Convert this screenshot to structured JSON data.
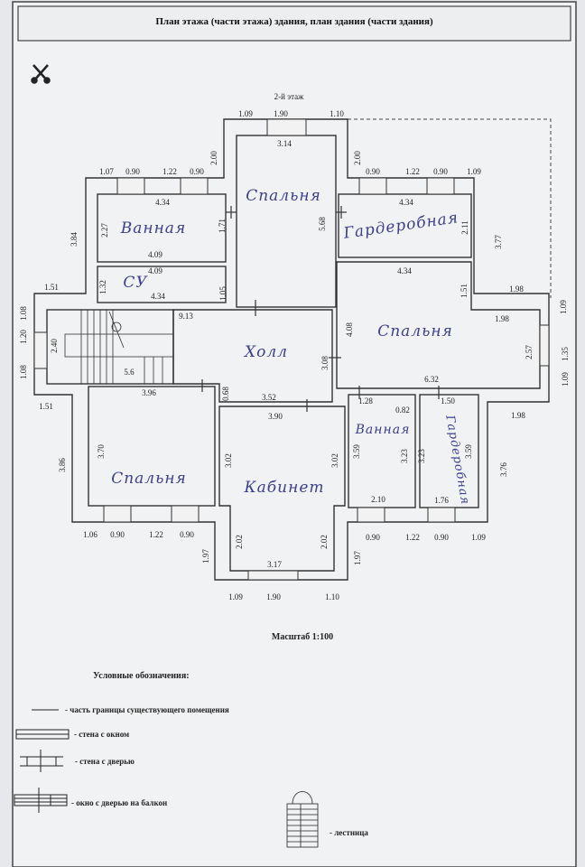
{
  "title": "План этажа (части этажа) здания, план здания (части здания)",
  "floor": "2-й этаж",
  "scale": "Масштаб 1:100",
  "rooms": {
    "bath_top": "Ванная",
    "bedroom_top": "Спальня",
    "wardrobe_top": "Гардеробная",
    "wc": "СУ",
    "hall": "Холл",
    "bedroom_right": "Спальня",
    "bedroom_left": "Спальня",
    "office": "Кабинет",
    "bath_bottom": "Ванная",
    "wardrobe_bottom": "Гардеробная"
  },
  "dims": [
    "1.09",
    "1.90",
    "1.10",
    "3.14",
    "2.00",
    "2.00",
    "1.07",
    "0.90",
    "1.22",
    "0.90",
    "0.90",
    "1.22",
    "0.90",
    "1.09",
    "4.34",
    "2.27",
    "4.09",
    "1.71",
    "5.68",
    "4.34",
    "2.11",
    "3.77",
    "3.84",
    "4.09",
    "1.32",
    "4.34",
    "1.05",
    "1.51",
    "4.34",
    "1.51",
    "1.98",
    "1.09",
    "1.08",
    "1.20",
    "1.08",
    "2.40",
    "9.13",
    "5.6",
    "4.08",
    "1.98",
    "2.57",
    "1.35",
    "1.09",
    "3.08",
    "6.32",
    "1.51",
    "3.96",
    "0.68",
    "3.52",
    "1.28",
    "0.82",
    "1.50",
    "1.98",
    "3.90",
    "3.70",
    "3.86",
    "3.02",
    "3.02",
    "3.59",
    "3.23",
    "3.23",
    "3.59",
    "3.76",
    "2.10",
    "1.76",
    "1.06",
    "0.90",
    "1.22",
    "0.90",
    "0.90",
    "1.22",
    "0.90",
    "1.09",
    "2.02",
    "2.02",
    "1.97",
    "1.97",
    "3.17",
    "1.09",
    "1.90",
    "1.10"
  ],
  "legend": {
    "heading": "Условные обозначения:",
    "items": [
      "- часть границы существующего помещения",
      "- стена с окном",
      "- стена с дверью",
      "- окно с дверью на балкон",
      "- лестница"
    ]
  }
}
